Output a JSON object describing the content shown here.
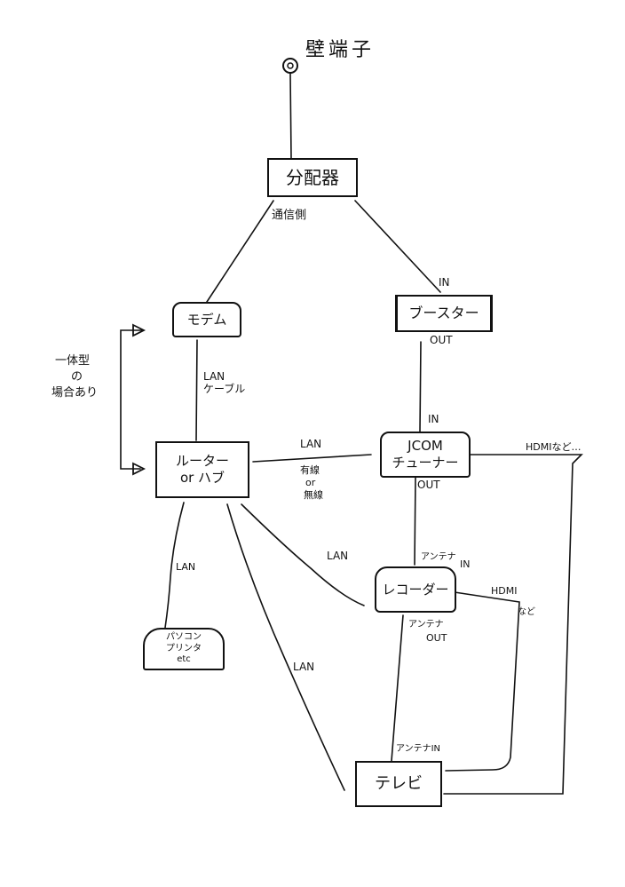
{
  "diagram": {
    "wall_terminal": {
      "label": "壁端子",
      "icon": "wall-outlet-icon"
    },
    "nodes": {
      "splitter": "分配器",
      "modem": "モデム",
      "booster": "ブースター",
      "router": [
        "ルーター",
        "or ハブ"
      ],
      "jcom_tuner": [
        "JCOM",
        "チューナー"
      ],
      "recorder": "レコーダー",
      "pc": [
        "パソコン",
        "プリンタ",
        "etc"
      ],
      "tv": "テレビ"
    },
    "edge_labels": {
      "splitter_modem": "通信側",
      "booster_in": "IN",
      "booster_out": "OUT",
      "modem_router": [
        "LAN",
        "ケーブル"
      ],
      "integrated_note": [
        "一体型",
        "の",
        "場合あり"
      ],
      "router_tuner": [
        "LAN"
      ],
      "router_tuner_note": [
        "有線",
        "or",
        "無線"
      ],
      "tuner_in": "IN",
      "tuner_out": "OUT",
      "tuner_hdmi": "HDMIなど…",
      "recorder_in": [
        "アンテナ",
        "IN"
      ],
      "recorder_out": [
        "アンテナ",
        "OUT"
      ],
      "recorder_hdmi": [
        "HDMI",
        "など"
      ],
      "router_recorder": "LAN",
      "router_pc": "LAN",
      "router_tv": "LAN",
      "tv_in": "アンテナIN"
    }
  }
}
